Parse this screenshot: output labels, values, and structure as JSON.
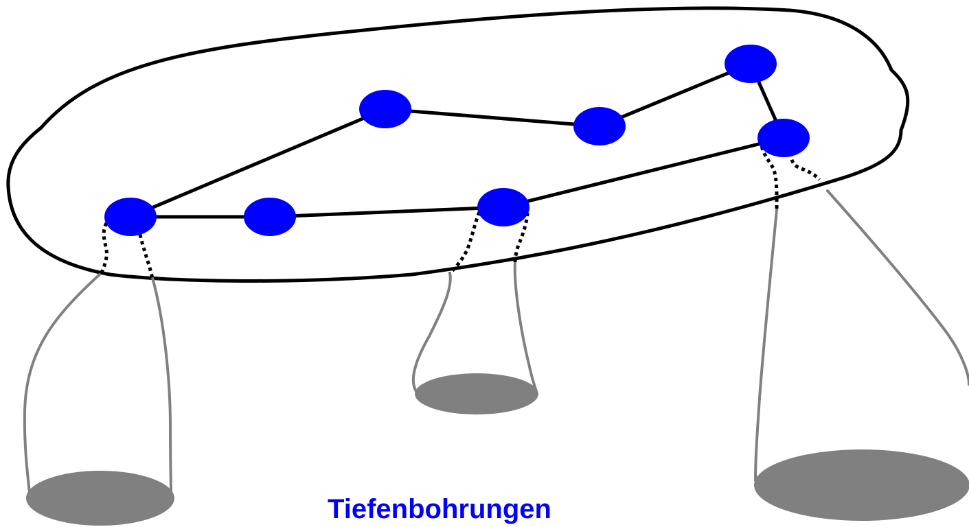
{
  "caption": {
    "text": "Tiefenbohrungen"
  },
  "colors": {
    "node": "#0000ff",
    "caption": "#0000ff",
    "outline": "#000000",
    "edge": "#000000",
    "shaft": "#808080",
    "well": "#808080"
  },
  "diagram": {
    "nodes": [
      "node-1",
      "node-2",
      "node-3",
      "node-4",
      "node-5",
      "node-6",
      "node-7"
    ],
    "edges": [
      [
        "node-1",
        "node-2"
      ],
      [
        "node-2",
        "node-3"
      ],
      [
        "node-3",
        "node-4"
      ],
      [
        "node-4",
        "node-5"
      ],
      [
        "node-5",
        "node-6"
      ],
      [
        "node-6",
        "node-7"
      ],
      [
        "node-7",
        "node-1"
      ]
    ],
    "boreholes": [
      {
        "from": "node-1",
        "to": "well-left"
      },
      {
        "from": "node-6",
        "to": "well-center"
      },
      {
        "from": "node-5",
        "to": "well-right"
      }
    ]
  }
}
